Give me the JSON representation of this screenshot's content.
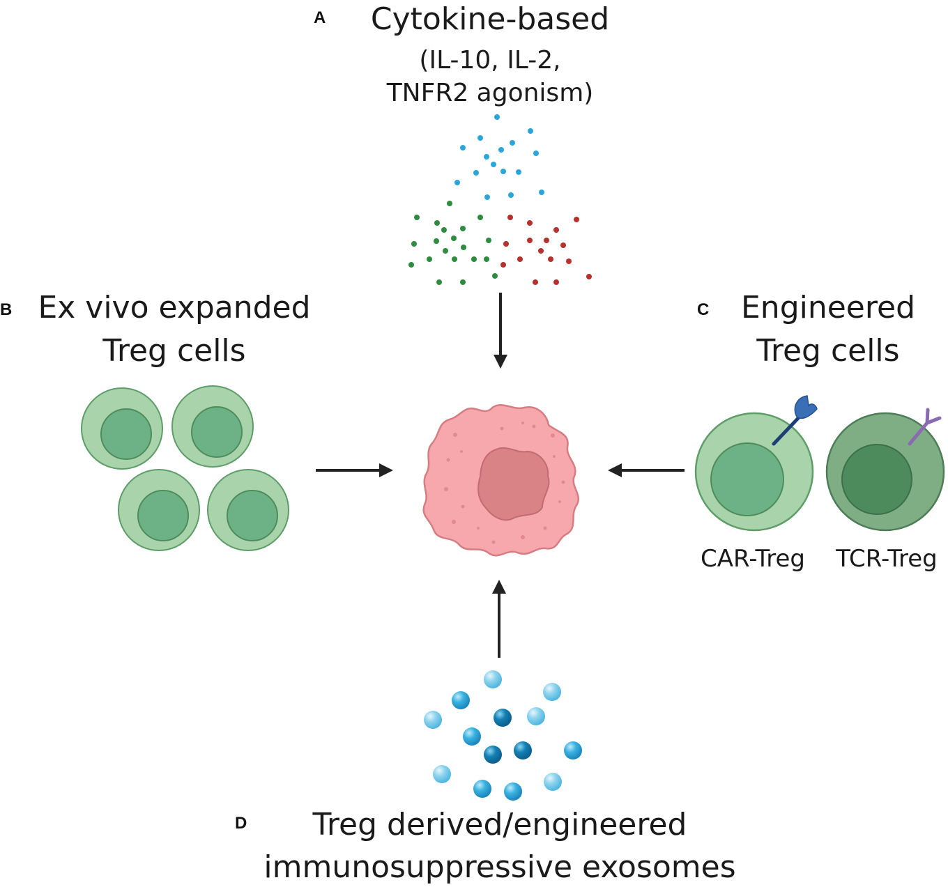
{
  "panels": {
    "a": {
      "letter": "A",
      "title": "Cytokine-based",
      "subtitle_line1": "(IL-10, IL-2,",
      "subtitle_line2": "TNFR2 agonism)"
    },
    "b": {
      "letter": "B",
      "title_line1": "Ex vivo expanded",
      "title_line2": "Treg cells"
    },
    "c": {
      "letter": "C",
      "title_line1": "Engineered",
      "title_line2": "Treg cells",
      "label_car": "CAR-Treg",
      "label_tcr": "TCR-Treg"
    },
    "d": {
      "letter": "D",
      "title_line1": "Treg derived/engineered",
      "title_line2": "immunosuppressive exosomes"
    }
  },
  "colors": {
    "treg_outer": "#a9d3aa",
    "treg_inner": "#6db287",
    "treg_stroke": "#5e9d68",
    "tcr_outer": "#7fae84",
    "tcr_inner": "#4d8a5c",
    "target_cell": "#f6a8ac",
    "target_nucleus": "#d98386",
    "target_stroke": "#d57d83",
    "cytokine_blue": "#2ba6dc",
    "cytokine_green": "#2e8b3f",
    "cytokine_red": "#b5302e",
    "car_receptor": "#3a6fb5",
    "tcr_receptor": "#8a6ab3",
    "arrow": "#222222",
    "exosome_light": "#8fd3ee",
    "exosome_mid": "#3ab2e0",
    "exosome_dark": "#1480b4"
  }
}
